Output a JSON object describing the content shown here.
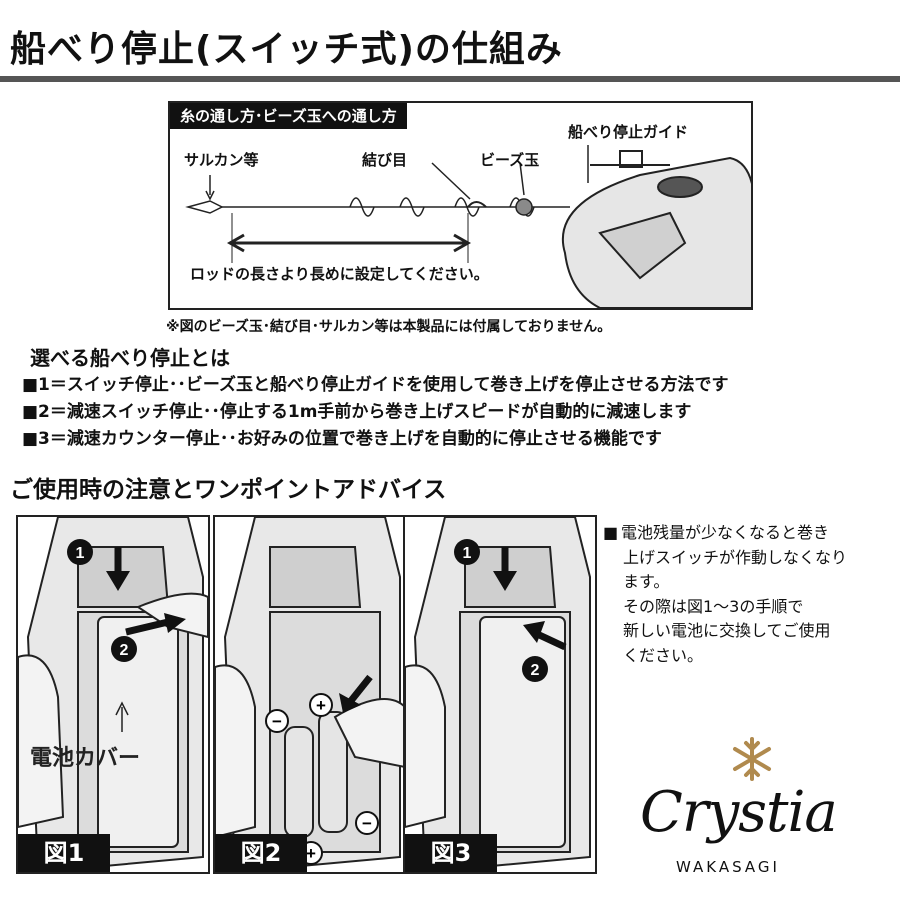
{
  "page": {
    "title": "船べり停止(スイッチ式)の仕組み"
  },
  "diagram": {
    "header": "糸の通し方･ビーズ玉への通し方",
    "labels": {
      "swivel": "サルカン等",
      "knot": "結び目",
      "bead": "ビーズ玉",
      "guide": "船べり停止ガイド",
      "rod_note": "ロッドの長さより長めに設定してください。"
    },
    "note": "※図のビーズ玉･結び目･サルカン等は本製品には付属しておりません。"
  },
  "modes": {
    "title": "選べる船べり停止とは",
    "items": [
      "■1＝スイッチ停止･･ビーズ玉と船べり停止ガイドを使用して巻き上げを停止させる方法です",
      "■2＝減速スイッチ停止･･停止する1m手前から巻き上げスピードが自動的に減速します",
      "■3＝減速カウンター停止･･お好みの位置で巻き上げを自動的に停止させる機能です"
    ]
  },
  "advice": {
    "title": "ご使用時の注意とワンポイントアドバイス",
    "bullet": "■",
    "lines": [
      "電池残量が少なくなると巻き",
      "上げスイッチが作動しなくなり",
      "ます。",
      "その際は図1〜3の手順で",
      "新しい電池に交換してご使用",
      "ください。"
    ]
  },
  "figures": [
    {
      "tag": "図1",
      "step1": "❶",
      "step2": "❷",
      "cover_label": "電池カバー"
    },
    {
      "tag": "図2",
      "plus": "⊕",
      "minus": "⊖"
    },
    {
      "tag": "図3",
      "step1": "❶",
      "step2": "❷"
    }
  ],
  "brand": {
    "name": "Crystia",
    "sub": "WAKASAGI",
    "accent": "#b08a4e"
  }
}
